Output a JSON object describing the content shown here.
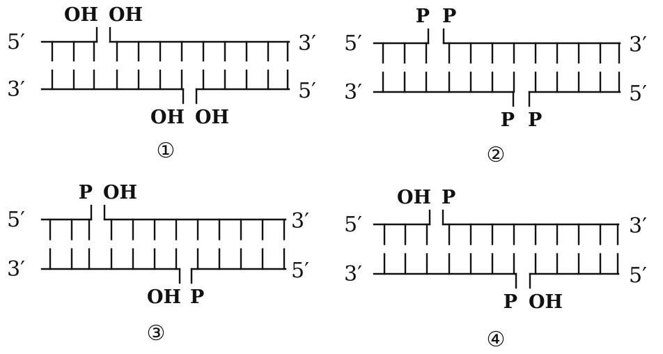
{
  "panels": [
    {
      "id": "1",
      "number": "①",
      "ends": {
        "top_left": "5′",
        "top_right": "3′",
        "bottom_left": "3′",
        "bottom_right": "5′"
      },
      "top_nick": {
        "left": "OH",
        "right": "OH"
      },
      "bottom_nick": {
        "left": "OH",
        "right": "OH"
      }
    },
    {
      "id": "2",
      "number": "②",
      "ends": {
        "top_left": "5′",
        "top_right": "3′",
        "bottom_left": "3′",
        "bottom_right": "5′"
      },
      "top_nick": {
        "left": "P",
        "right": "P"
      },
      "bottom_nick": {
        "left": "P",
        "right": "P"
      }
    },
    {
      "id": "3",
      "number": "③",
      "ends": {
        "top_left": "5′",
        "top_right": "3′",
        "bottom_left": "3′",
        "bottom_right": "5′"
      },
      "top_nick": {
        "left": "P",
        "right": "OH"
      },
      "bottom_nick": {
        "left": "OH",
        "right": "P"
      }
    },
    {
      "id": "4",
      "number": "④",
      "ends": {
        "top_left": "5′",
        "top_right": "3′",
        "bottom_left": "3′",
        "bottom_right": "5′"
      },
      "top_nick": {
        "left": "OH",
        "right": "P"
      },
      "bottom_nick": {
        "left": "P",
        "right": "OH"
      }
    }
  ]
}
